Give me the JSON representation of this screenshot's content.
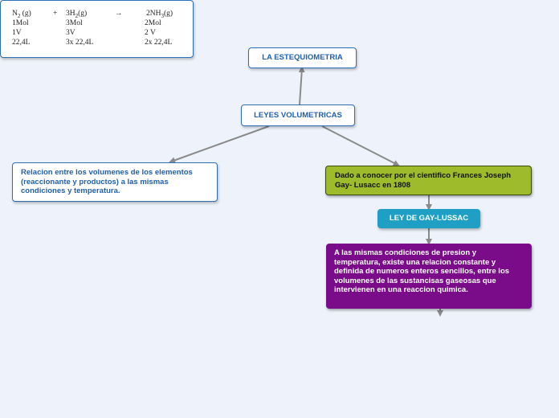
{
  "nodes": {
    "estequiometria": "LA ESTEQUIOMETRIA",
    "leyes_volumetricas": "LEYES VOLUMETRICAS",
    "relacion": "Relacion entre los volumenes de los elementos (reaccionante y productos) a las mismas condiciones y temperatura.",
    "dado": "Dado a conocer por el cientifico Frances Joseph Gay- Lusacc en 1808",
    "ley_gay_lussac": "LEY DE GAY-LUSSAC",
    "definicion": "A las mismas condiciones de presion y temperatura, existe una relacion constante y definida de numeros enteros sencillos, entre los volumenes de las sustancisas gaseosas que intervienen en una reaccion quimica."
  },
  "equation": {
    "n2": "N",
    "n2_sub": "2",
    "n2_state": " (g)",
    "plus": "+",
    "h2_coef": "3H",
    "h2_sub": "2",
    "h2_state": "(g)",
    "arrow": "→",
    "nh3_coef": "2NH",
    "nh3_sub": "3",
    "nh3_state": "(g)",
    "mol": [
      "1Mol",
      "3Mol",
      "2Mol"
    ],
    "vol": [
      "1V",
      "3V",
      "2 V"
    ],
    "litros": [
      "22,4L",
      "3x 22,4L",
      "2x 22,4L"
    ]
  },
  "colors": {
    "background": "#eef3fb",
    "connector": "#8a8a8a",
    "white_border": "#2f6fba",
    "white_text": "#1f5fae",
    "green_fill": "#9dbb2a",
    "teal_fill": "#1f9fc4",
    "purple_fill": "#7a0c8a"
  }
}
